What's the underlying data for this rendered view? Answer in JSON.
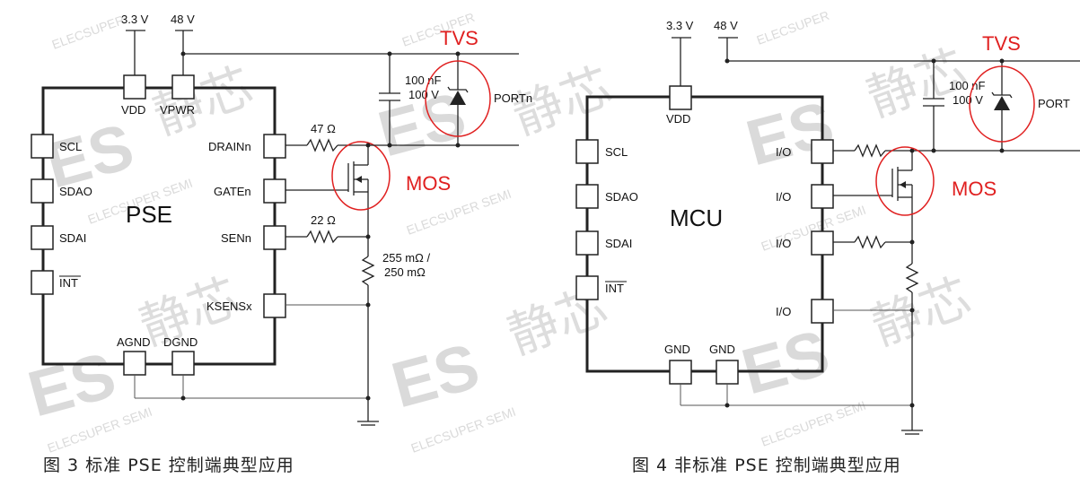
{
  "figure_left": {
    "supply_3v3": "3.3 V",
    "supply_48v": "48 V",
    "chip_label": "PSE",
    "pins_left": [
      "SCL",
      "SDAO",
      "SDAI",
      "INT"
    ],
    "pins_top": [
      "VDD",
      "VPWR"
    ],
    "pins_right": [
      "DRAINn",
      "GATEn",
      "SENn",
      "KSENSx"
    ],
    "pins_bottom": [
      "AGND",
      "DGND"
    ],
    "r_drain": "47 Ω",
    "r_sen": "22 Ω",
    "r_sense_line1": "255 mΩ /",
    "r_sense_line2": "250 mΩ",
    "cap_line1": "100 nF",
    "cap_line2": "100 V",
    "port_label": "PORTn",
    "tvs_label": "TVS",
    "mos_label": "MOS",
    "caption": "图 3 标准 PSE 控制端典型应用"
  },
  "figure_right": {
    "supply_3v3": "3.3 V",
    "supply_48v": "48 V",
    "chip_label": "MCU",
    "pins_left": [
      "SCL",
      "SDAO",
      "SDAI",
      "INT"
    ],
    "pins_top": [
      "VDD"
    ],
    "pins_right": [
      "I/O",
      "I/O",
      "I/O",
      "I/O"
    ],
    "pins_bottom": [
      "GND",
      "GND"
    ],
    "cap_line1": "100 nF",
    "cap_line2": "100 V",
    "port_label": "PORT",
    "tvs_label": "TVS",
    "mos_label": "MOS",
    "caption": "图 4 非标准 PSE 控制端典型应用"
  },
  "watermark": {
    "brand": "ELECSUPER SEMI",
    "brand_short": "ELECSUPER",
    "logo": "ES",
    "cn": "静芯"
  }
}
